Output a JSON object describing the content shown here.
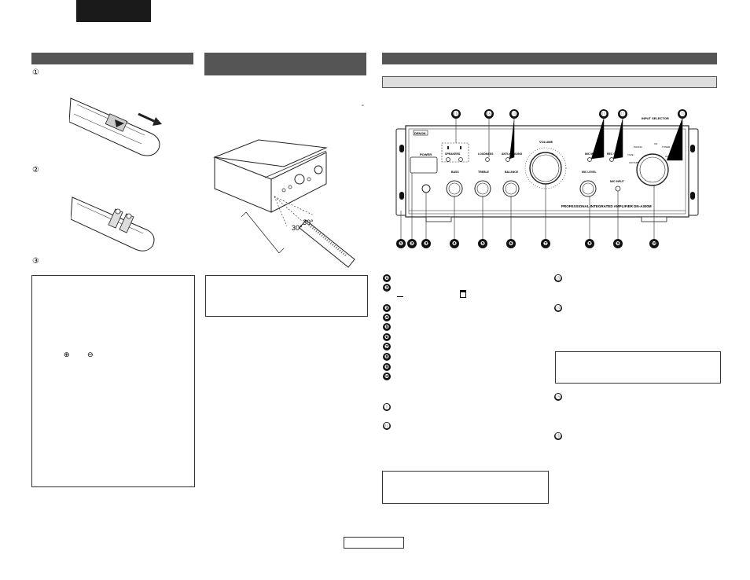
{
  "page_header": {
    "language_tab": ""
  },
  "left_column": {
    "section_bar_title": "",
    "step_markers": [
      "①",
      "②",
      "③"
    ],
    "polarity_symbols": [
      "⊕",
      "⊖"
    ]
  },
  "middle_column": {
    "section_bar_title": "",
    "degree_mark": "°",
    "angle_labels": [
      "30°",
      "30°"
    ]
  },
  "right_column": {
    "section_bar_title": "",
    "sub_bar_title": "",
    "panel": {
      "brand": "DENON",
      "power": "POWER",
      "speakers": "SPEAKERS",
      "loudness": "LOUDNESS",
      "anti_howling": "ANTI-HOWLING",
      "volume": "VOLUME",
      "mic_mix": "MIC MIX",
      "rec_out": "REC OUT",
      "input_selector": "INPUT SELECTOR",
      "bass": "BASS",
      "treble": "TREBLE",
      "balance": "BALANCE",
      "mic_level": "MIC LEVEL",
      "mic_input": "MIC INPUT",
      "model": "PROFESSIONAL INTEGRATED AMPLIFIER DN-A300M",
      "selector_positions": [
        "PHONO",
        "CD",
        "TUNER",
        "TAPE",
        "AUX/LINE",
        "CD/TAPE"
      ]
    },
    "callouts_top": [
      "⓰",
      "⓯",
      "⓮",
      "⓭",
      "⓬",
      "⓫"
    ],
    "callouts_bottom": [
      "❶",
      "❷",
      "❸",
      "❹",
      "❺",
      "❻",
      "❼",
      "❽",
      "❾",
      "❿"
    ],
    "legend_left": [
      "❶",
      "❷",
      "❸",
      "❹",
      "❺",
      "❻",
      "❼",
      "❽",
      "❾",
      "❿",
      "⓫",
      "⓬"
    ],
    "legend_right": [
      "⓭",
      "⓮",
      "⓯",
      "⓰"
    ]
  },
  "footer": {
    "page_box": ""
  }
}
